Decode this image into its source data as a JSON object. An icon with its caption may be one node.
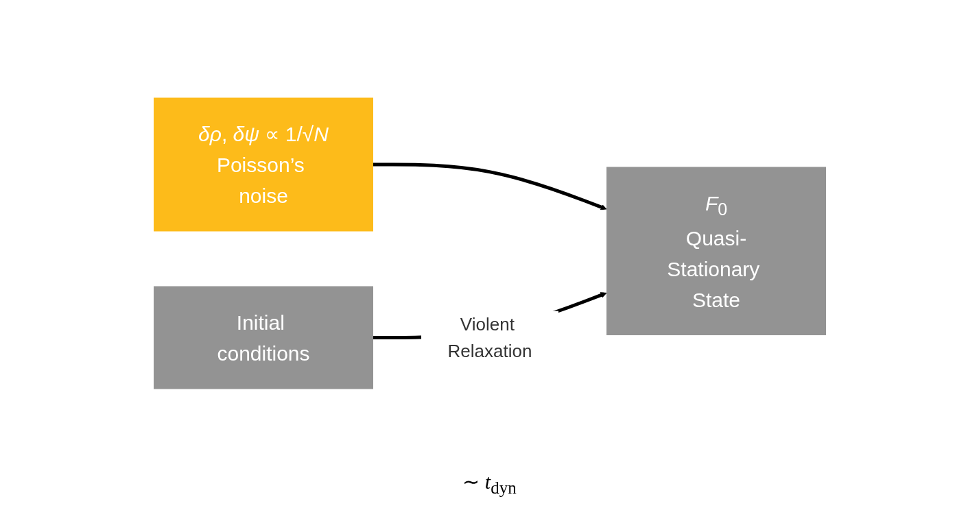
{
  "diagram": {
    "nodes": [
      {
        "text": [
          "*δρ*, *δψ* ∝ 1/√*N*",
          "Poisson’s noise"
        ]
      },
      {
        "text": [
          "Initial conditions"
        ]
      },
      {
        "text": [
          "*F*$_{0}$",
          "Quasi-Stationary State"
        ]
      }
    ],
    "edges": [
      {
        "from": 0,
        "to": 2,
        "arrow": "to"
      },
      {
        "from": 1,
        "to": 2,
        "arrow": "to",
        "label": "Violent Relaxation"
      }
    ],
    "labels": [
      "∼ *t*$_{dyn}$"
    ]
  }
}
